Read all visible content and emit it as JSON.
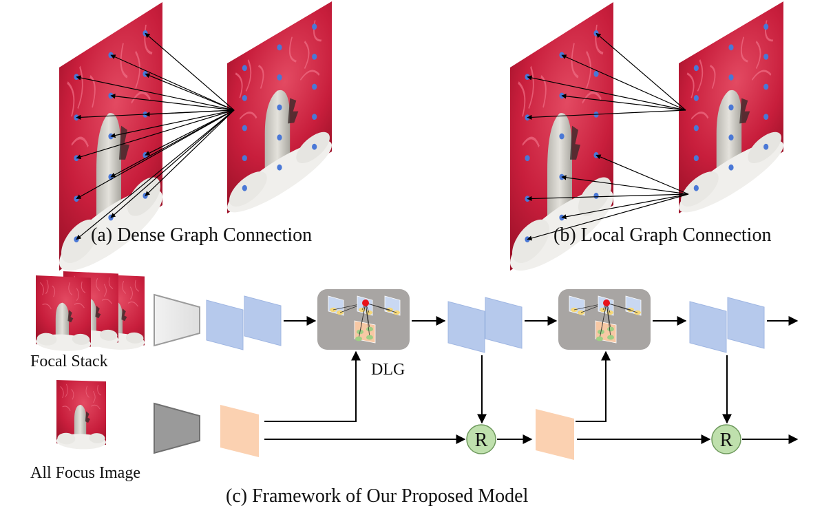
{
  "captions": {
    "dense": "(a) Dense Graph Connection",
    "local": "(b) Local Graph Connection",
    "framework": "(c) Framework of Our Proposed Model"
  },
  "labels": {
    "focal_stack": "Focal Stack",
    "all_focus": "All Focus Image",
    "dlg": "DLG",
    "refine": "R"
  },
  "colors": {
    "image_red": "#c81e3c",
    "image_red_light": "#e0475f",
    "stone": "#d4d2cc",
    "node_blue": "#4a78d6",
    "feature_blue": "#b6c9ec",
    "feature_orange": "#fbd1b1",
    "encoder_light": "#ececec",
    "encoder_dark": "#9a9a9a",
    "dlg_box": "#a8a5a3",
    "r_circle": "#bfe0ad",
    "r_stroke": "#6f9a5e",
    "graph_red": "#e8121a",
    "graph_yellow": "#f6d879",
    "graph_green": "#9fcf84"
  }
}
